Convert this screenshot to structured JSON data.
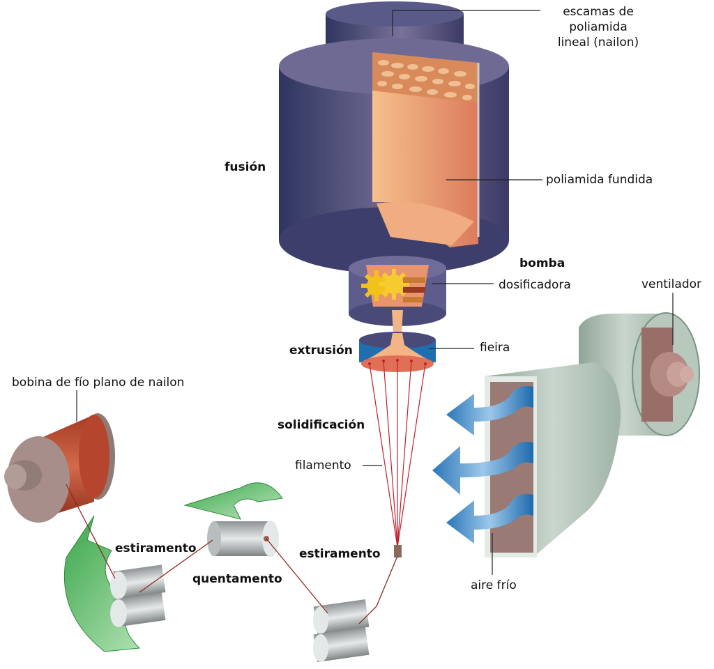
{
  "diagram": {
    "title": "Nylon filament production process",
    "labels": {
      "flakes_line1": "escamas de",
      "flakes_line2": "poliamida",
      "flakes_line3": "lineal (nailon)",
      "fusion": "fusión",
      "molten": "poliamida fundida",
      "pump_line1": "bomba",
      "pump_line2": "dosificadora",
      "fan": "ventilador",
      "extrusion": "extrusión",
      "spinneret": "fieira",
      "spool": "bobina de fío plano de nailon",
      "solidification": "solidificación",
      "filament": "filamento",
      "stretching_left": "estiramento",
      "heating": "quentamento",
      "stretching_center": "estiramento",
      "cold_air": "aire frío"
    },
    "colors": {
      "tank": "#4a4a78",
      "molten": "#eea37a",
      "gear": "#f2c21a",
      "spinneret_blue": "#1f6fb0",
      "spool": "#b5452c",
      "fan_body": "#a9bcb0",
      "air_arrow": "#3d8ed0",
      "rotation_arrow": "#7dc87d",
      "roller": "#bfc3c3",
      "filament": "#c0202a"
    }
  }
}
